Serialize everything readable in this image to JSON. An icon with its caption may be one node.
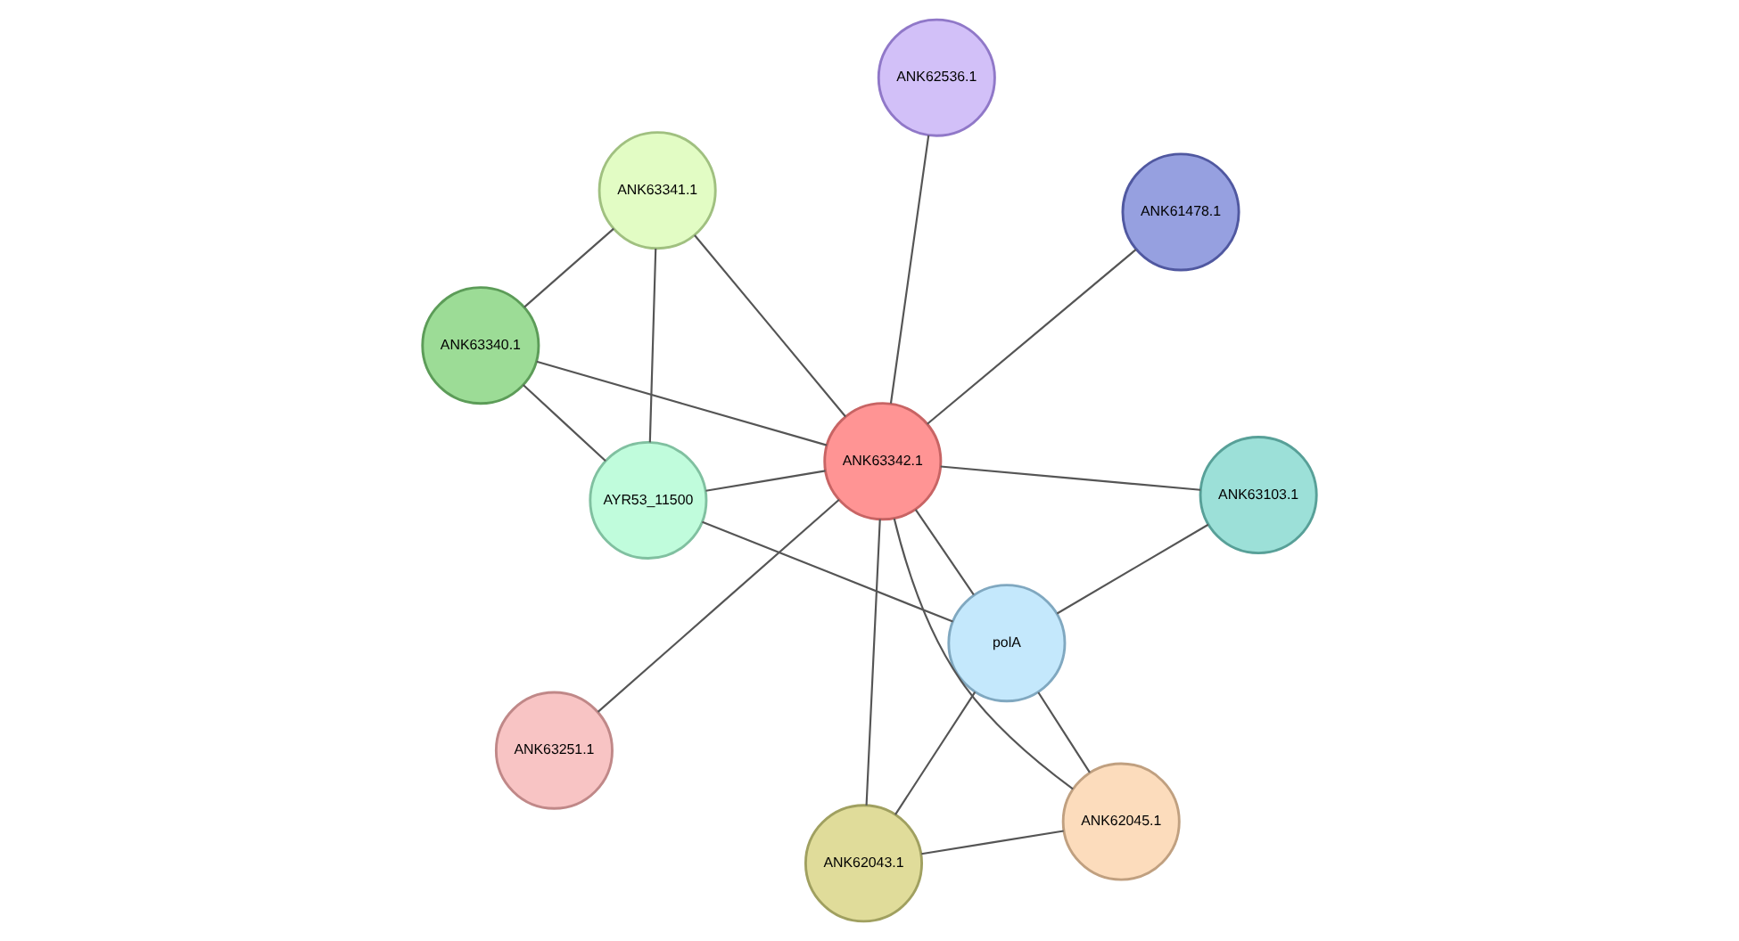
{
  "diagram": {
    "nodes": [
      {
        "text": [
          "ANK63342.1"
        ]
      },
      {
        "text": [
          "ANK61478.1"
        ]
      },
      {
        "text": [
          "ANK63251.1"
        ]
      },
      {
        "text": [
          "ANK62536.1"
        ]
      },
      {
        "text": [
          "ANK63341.1"
        ]
      },
      {
        "text": [
          "ANK63340.1"
        ]
      },
      {
        "text": [
          "AYR53_11500"
        ]
      },
      {
        "text": [
          "polA"
        ]
      },
      {
        "text": [
          "ANK62043.1"
        ]
      },
      {
        "text": [
          "ANK62045.1"
        ]
      },
      {
        "text": [
          "ANK63103.1"
        ]
      }
    ],
    "edges": [
      {
        "from": 0,
        "to": 1,
        "arrow": "none"
      },
      {
        "from": 0,
        "to": 2,
        "arrow": "none"
      },
      {
        "from": 0,
        "to": 3,
        "arrow": "none"
      },
      {
        "from": 0,
        "to": 4,
        "arrow": "none"
      },
      {
        "from": 0,
        "to": 5,
        "arrow": "none"
      },
      {
        "from": 0,
        "to": 6,
        "arrow": "none"
      },
      {
        "from": 0,
        "to": 7,
        "arrow": "none"
      },
      {
        "from": 0,
        "to": 8,
        "arrow": "none"
      },
      {
        "from": 0,
        "to": 9,
        "arrow": "none"
      },
      {
        "from": 0,
        "to": 10,
        "arrow": "none"
      },
      {
        "from": 4,
        "to": 5,
        "arrow": "none"
      },
      {
        "from": 4,
        "to": 6,
        "arrow": "none"
      },
      {
        "from": 5,
        "to": 6,
        "arrow": "none"
      },
      {
        "from": 6,
        "to": 7,
        "arrow": "none"
      },
      {
        "from": 7,
        "to": 8,
        "arrow": "none"
      },
      {
        "from": 7,
        "to": 9,
        "arrow": "none"
      },
      {
        "from": 7,
        "to": 10,
        "arrow": "none"
      },
      {
        "from": 8,
        "to": 9,
        "arrow": "none"
      }
    ]
  }
}
